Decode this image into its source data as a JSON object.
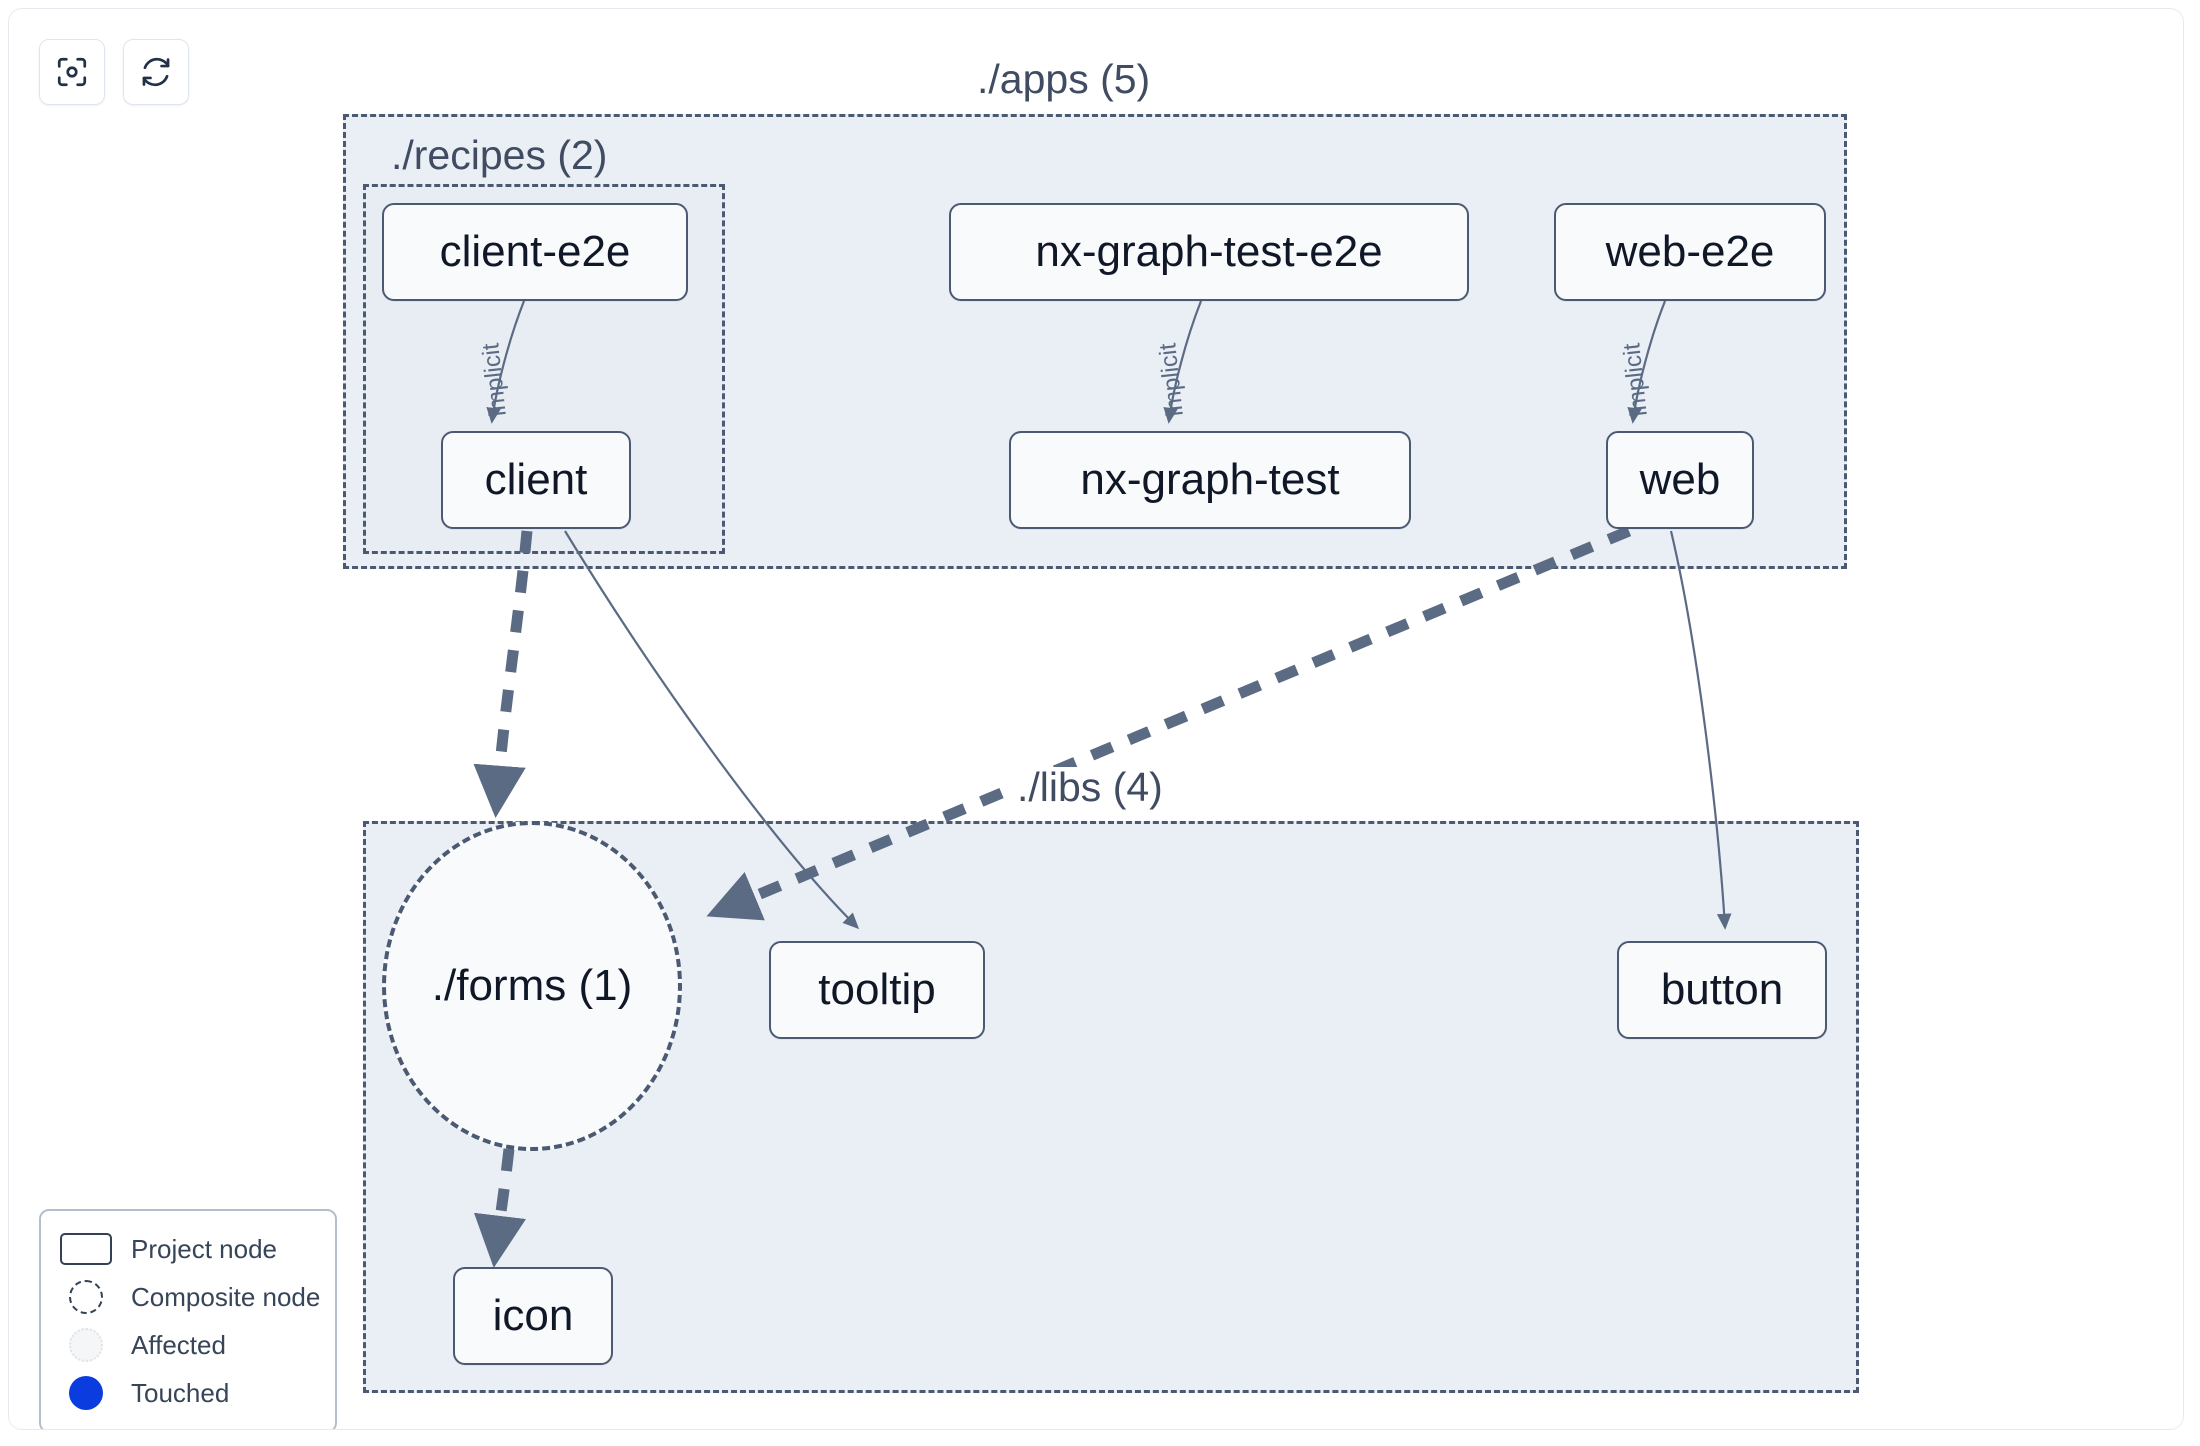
{
  "toolbar": {
    "buttons": [
      {
        "name": "focus-graph-button",
        "icon": "focus-target-icon",
        "label": ""
      },
      {
        "name": "refresh-graph-button",
        "icon": "refresh-icon",
        "label": ""
      }
    ]
  },
  "groups": [
    {
      "id": "apps",
      "label": "./apps (5)"
    },
    {
      "id": "recipes",
      "label": "./recipes (2)"
    },
    {
      "id": "libs",
      "label": "./libs (4)"
    }
  ],
  "nodes": [
    {
      "id": "client-e2e",
      "label": "client-e2e",
      "type": "project"
    },
    {
      "id": "nx-graph-test-e2e",
      "label": "nx-graph-test-e2e",
      "type": "project"
    },
    {
      "id": "web-e2e",
      "label": "web-e2e",
      "type": "project"
    },
    {
      "id": "client",
      "label": "client",
      "type": "project"
    },
    {
      "id": "nx-graph-test",
      "label": "nx-graph-test",
      "type": "project"
    },
    {
      "id": "web",
      "label": "web",
      "type": "project"
    },
    {
      "id": "forms",
      "label": "./forms (1)",
      "type": "composite"
    },
    {
      "id": "tooltip",
      "label": "tooltip",
      "type": "project"
    },
    {
      "id": "button",
      "label": "button",
      "type": "project"
    },
    {
      "id": "icon",
      "label": "icon",
      "type": "project"
    }
  ],
  "edges": [
    {
      "from": "client-e2e",
      "to": "client",
      "label": "implicit",
      "style": "solid"
    },
    {
      "from": "nx-graph-test-e2e",
      "to": "nx-graph-test",
      "label": "implicit",
      "style": "solid"
    },
    {
      "from": "web-e2e",
      "to": "web",
      "label": "implicit",
      "style": "solid"
    },
    {
      "from": "client",
      "to": "forms",
      "label": "",
      "style": "dashed"
    },
    {
      "from": "client",
      "to": "tooltip",
      "label": "",
      "style": "solid"
    },
    {
      "from": "web",
      "to": "forms",
      "label": "",
      "style": "dashed"
    },
    {
      "from": "web",
      "to": "button",
      "label": "",
      "style": "solid"
    },
    {
      "from": "forms",
      "to": "icon",
      "label": "",
      "style": "dashed"
    }
  ],
  "edge_labels": {
    "implicit_1": "implicit",
    "implicit_2": "implicit",
    "implicit_3": "implicit"
  },
  "legend": {
    "items": [
      {
        "swatch": "project-node-swatch",
        "label": "Project node"
      },
      {
        "swatch": "composite-node-swatch",
        "label": "Composite node"
      },
      {
        "swatch": "affected-swatch",
        "label": "Affected"
      },
      {
        "swatch": "touched-swatch",
        "label": "Touched"
      }
    ]
  },
  "colors": {
    "node_border": "#4b5a72",
    "node_fill": "#f8fafc",
    "group_fill": "#eaeff5",
    "group_border": "#4b5a72",
    "edge": "#5b6b84",
    "touched": "#0b3ce0",
    "text": "#101828"
  }
}
